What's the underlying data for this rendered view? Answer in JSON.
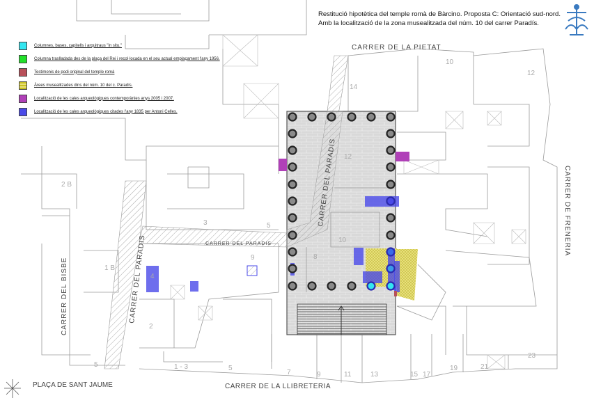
{
  "title": {
    "line1": "Restitució hipotètica del temple romà de Bàrcino. Proposta C: Orientació sud-nord.",
    "line2": "Amb la localització de la zona musealitzada del núm. 10 del carrer Paradís."
  },
  "legend": [
    {
      "color": "#33e6f0",
      "label": "Columnes, bases, capitells i arquitraus \"in situ.\""
    },
    {
      "color": "#22e02a",
      "label": "Columna traslladada des de la plaça del Rei i recol·locada en el seu actual emplaçament l'any 1956."
    },
    {
      "color": "#b8505a",
      "label": "Testimonis de podi original del temple romà"
    },
    {
      "color": "#c8c020",
      "label": "Àrees musealitzades dins del núm. 10 del c. Paradís."
    },
    {
      "color": "#b040b8",
      "label": "Localització de les cales arqueològiques contemporànies anys 2005 i 2007."
    },
    {
      "color": "#4a4ae8",
      "label": "Localització de les cales arqueològiques citades l'any 1835 per Antoni Celles."
    }
  ],
  "streets": {
    "pietat": "CARRER   DE   LA   PIETAT",
    "freneria": "CARRER  DE  FRENERIA",
    "bisbe": "CARRER   DEL   BISBE",
    "paradis_diag": "CARRER  DEL  PARADIS",
    "paradis_h": "CARRER   DEL   PARADIS",
    "paradis_temple": "CARRER  DEL  PARADIS",
    "placa": "PLAÇA DE SANT JAUME",
    "llibreteria": "CARRER     DE     LA     LLIBRETERIA"
  },
  "numbers": {
    "n10": "10",
    "n12": "12",
    "n14": "14",
    "n12t": "12",
    "n2b": "2 B",
    "n1b": "1 B",
    "n3": "3",
    "n5": "5",
    "n9": "9",
    "n8": "8",
    "n10t": "10",
    "n4": "4",
    "n2": "2",
    "b5": "5",
    "b13a": "1 - 3",
    "b5b": "5",
    "b7": "7",
    "b9": "9",
    "b11": "11",
    "b13": "13",
    "b15": "15",
    "b17": "17",
    "b19": "19",
    "b21": "21",
    "b23": "23"
  },
  "icons": {
    "logo": "ornamental-monogram-icon",
    "north": "compass-star-icon"
  }
}
